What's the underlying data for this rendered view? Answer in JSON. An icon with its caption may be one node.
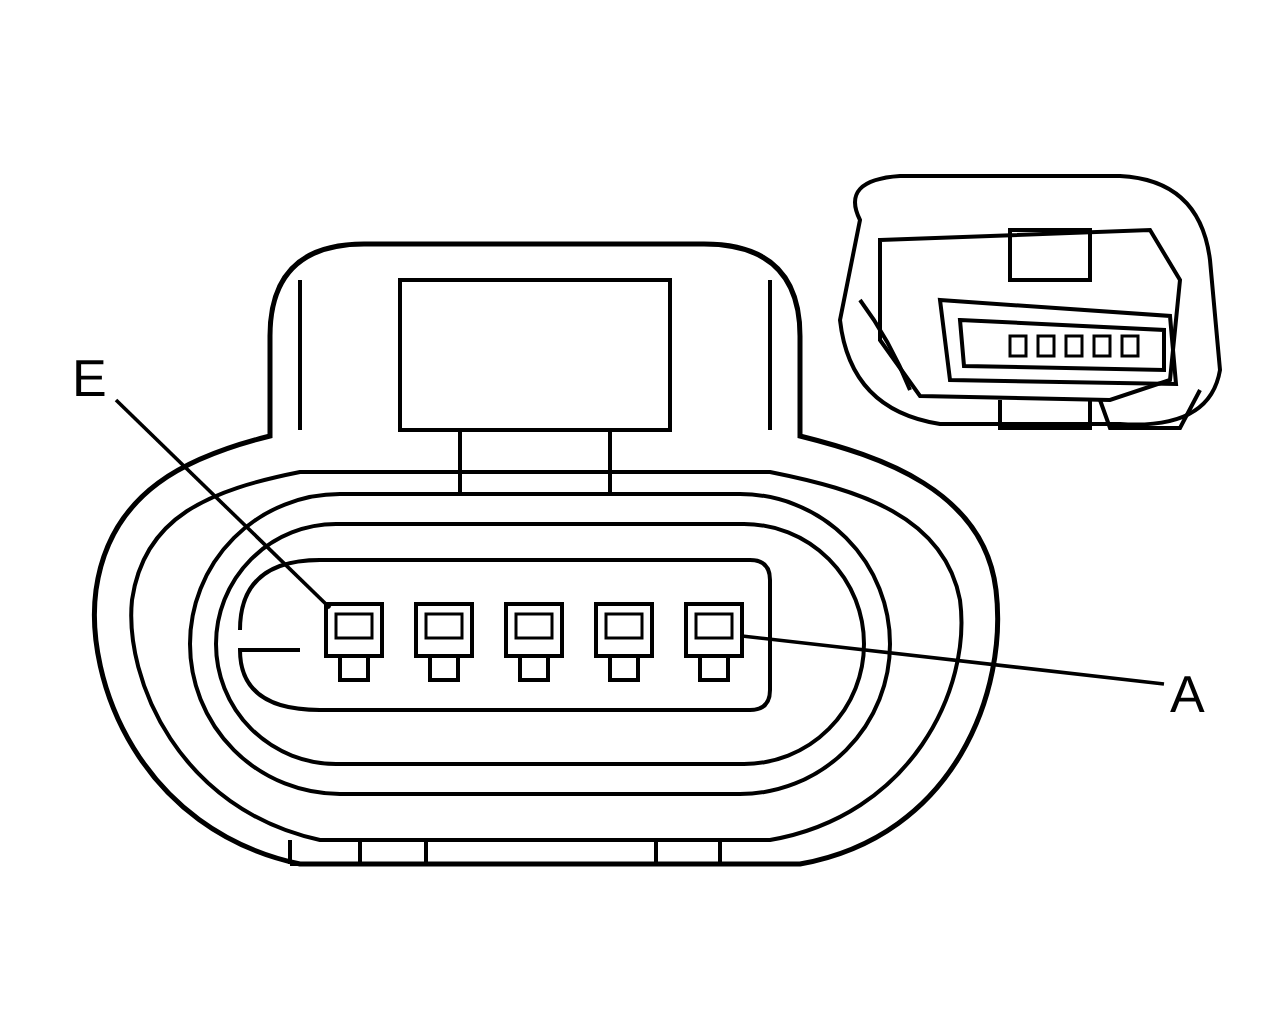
{
  "diagram": {
    "nodes": [
      {
        "text": [
          "E"
        ]
      },
      {
        "text": [],
        "shape": "box"
      },
      {
        "text": [
          "A"
        ]
      },
      {
        "text": [],
        "shape": "box"
      }
    ],
    "edges": [
      {
        "from": 0,
        "to": 1,
        "arrow": "none"
      },
      {
        "from": 2,
        "to": 3,
        "arrow": "none"
      }
    ]
  }
}
